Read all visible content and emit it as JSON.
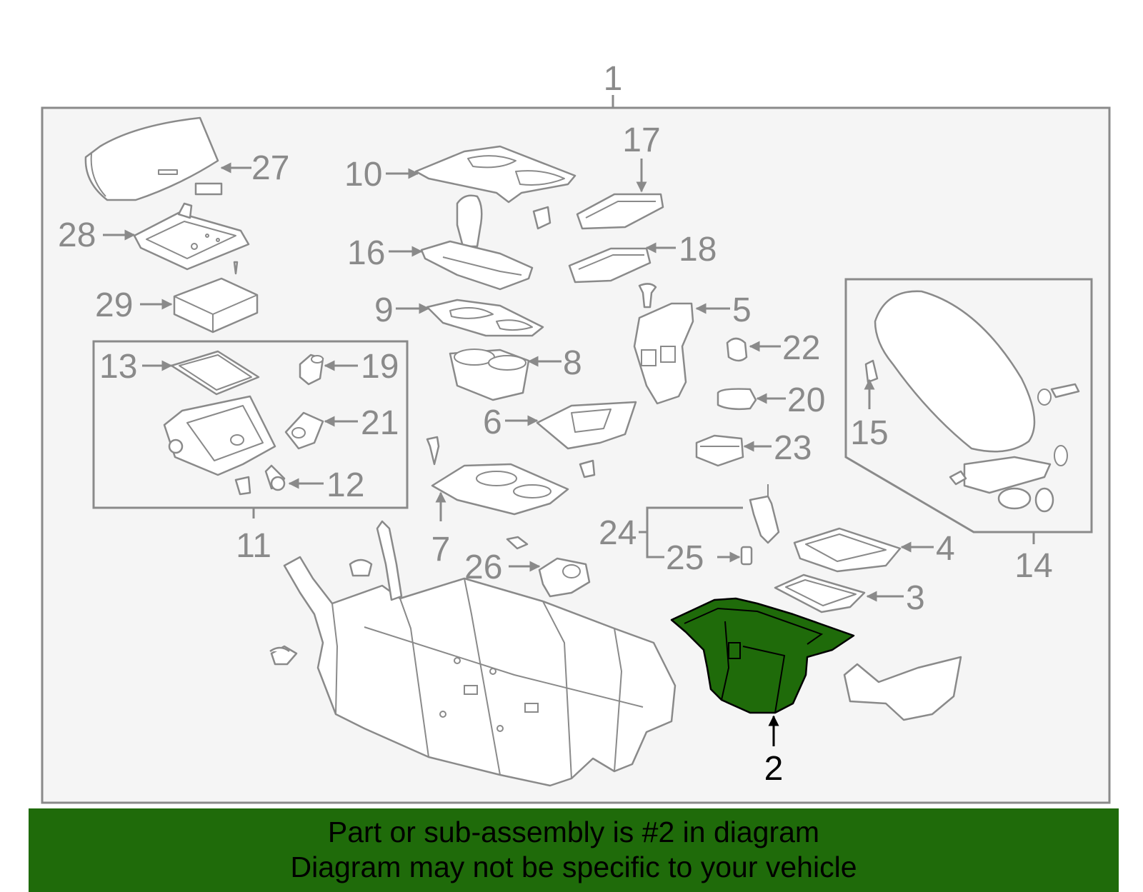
{
  "callouts": {
    "c1": "1",
    "c2": "2",
    "c3": "3",
    "c4": "4",
    "c5": "5",
    "c6": "6",
    "c7": "7",
    "c8": "8",
    "c9": "9",
    "c10": "10",
    "c11": "11",
    "c12": "12",
    "c13": "13",
    "c14": "14",
    "c15": "15",
    "c16": "16",
    "c17": "17",
    "c18": "18",
    "c19": "19",
    "c20": "20",
    "c21": "21",
    "c22": "22",
    "c23": "23",
    "c24": "24",
    "c25": "25",
    "c26": "26",
    "c27": "27",
    "c28": "28",
    "c29": "29"
  },
  "highlight": {
    "part_number": "2",
    "color": "#1f6b0a"
  },
  "banner": {
    "line1": "Part or sub-assembly is #2 in diagram",
    "line2": "Diagram may not be specific to your vehicle",
    "color": "#1f6b0a"
  },
  "colors": {
    "outline": "#8a8a8a",
    "panel": "#f5f5f5",
    "frame": "#8a8a8a"
  }
}
